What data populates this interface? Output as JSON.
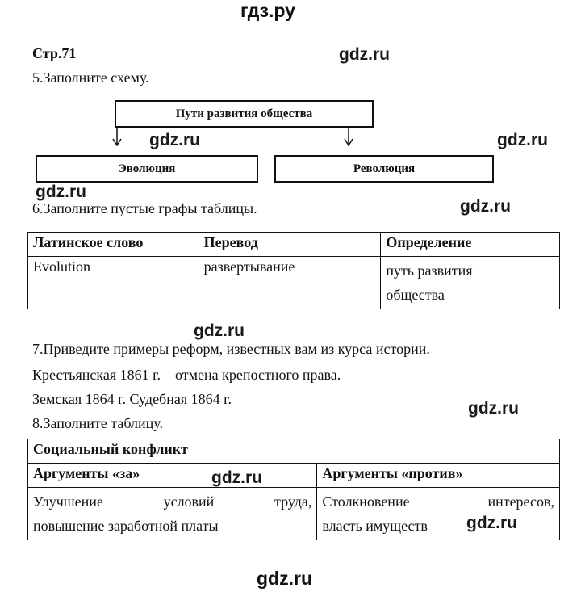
{
  "header": {
    "site": "гдз.ру"
  },
  "watermark": "gdz.ru",
  "page": {
    "label": "Стр.71"
  },
  "task5": {
    "title": "5.Заполните схему.",
    "scheme": {
      "root": "Пути развития общества",
      "left": "Эволюция",
      "right": "Революция"
    }
  },
  "task6": {
    "title": "6.Заполните пустые графы таблицы.",
    "headers": [
      "Латинское слово",
      "Перевод",
      "Определение"
    ],
    "row": {
      "word": "Evolution",
      "translation": "развертывание",
      "definition_line1": "путь развития",
      "definition_line2": "общества"
    }
  },
  "task7": {
    "title": "7.Приведите примеры реформ, известных вам из курса истории.",
    "line1": "Крестьянская 1861 г. – отмена крепостного права.",
    "line2": "Земская 1864 г. Судебная 1864 г."
  },
  "task8": {
    "title": "8.Заполните таблицу.",
    "table_title": "Социальный конфликт",
    "col_for": "Аргументы «за»",
    "col_against": "Аргументы «против»",
    "for_line1": "Улучшение условий труда,",
    "for_line2": "повышение заработной платы",
    "against_line1": "Столкновение интересов,",
    "against_line2": "власть имуществ"
  }
}
